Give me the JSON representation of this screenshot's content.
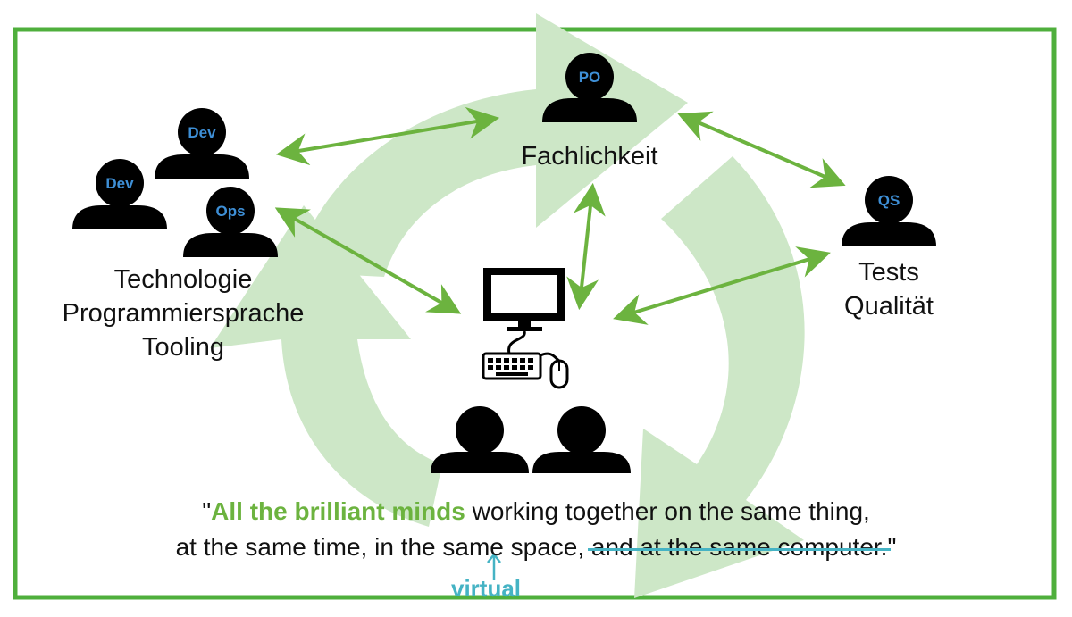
{
  "colors": {
    "frame": "#4faf3c",
    "cycle_arrows": "#cde7c7",
    "connector": "#6cb33f",
    "badge_text": "#3e8fd6",
    "highlight": "#6cb33f",
    "strike": "#45b3c4"
  },
  "roles": {
    "dev_top": "Dev",
    "dev_left": "Dev",
    "ops": "Ops",
    "po": "PO",
    "qs": "QS"
  },
  "labels": {
    "technology": [
      "Technologie",
      "Programmiersprache",
      "Tooling"
    ],
    "domain": "Fachlichkeit",
    "tests": [
      "Tests",
      "Qualität"
    ]
  },
  "quote": {
    "open": "\"",
    "highlight": "All the brilliant minds",
    "line1_rest": " working together on the same thing,",
    "line2": "at the same time, in the same space, ",
    "struck": "and at the same computer.",
    "close": "\"",
    "correction": "virtual"
  },
  "icons": [
    "person-icon",
    "computer-monitor-icon",
    "keyboard-icon",
    "mouse-icon",
    "double-arrow-icon",
    "cycle-arrows-icon"
  ]
}
